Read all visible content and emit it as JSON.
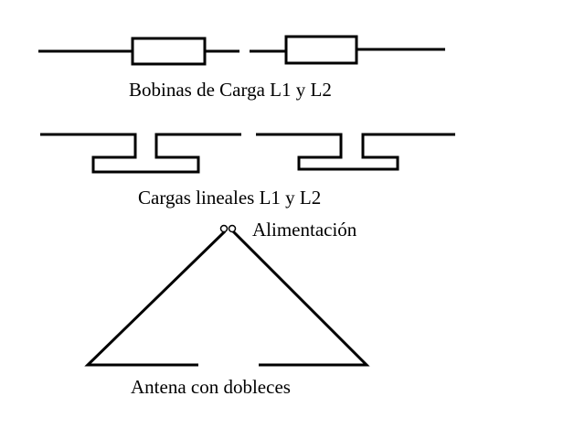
{
  "labels": {
    "coils": "Bobinas de Carga L1 y L2",
    "linear_loads": "Cargas lineales L1 y L2",
    "feed": "Alimentación",
    "antenna": "Antena con dobleces"
  },
  "colors": {
    "ink": "#000000",
    "background": "#ffffff"
  }
}
